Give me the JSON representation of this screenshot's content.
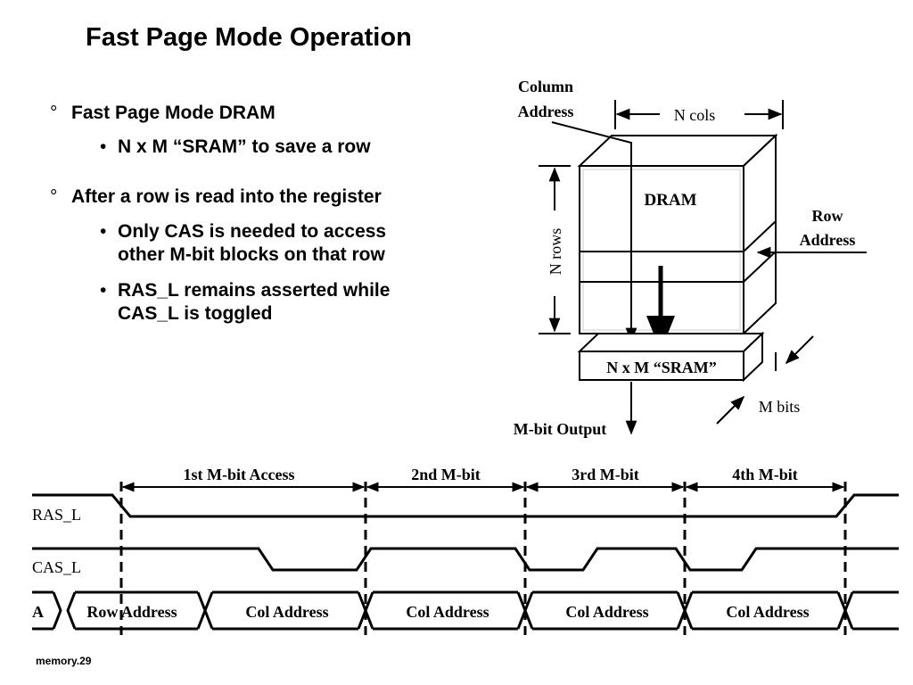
{
  "slide": {
    "title": "Fast Page Mode Operation",
    "footer": "memory.29",
    "bullets": [
      {
        "marker": "°",
        "text": "Fast Page Mode DRAM"
      },
      {
        "marker": "•",
        "text": "N x M “SRAM” to save a row"
      },
      {
        "marker": "°",
        "text": "After a row is read into the register"
      },
      {
        "marker": "•",
        "lines": [
          "Only CAS is needed to access",
          "other M-bit blocks on that row"
        ]
      },
      {
        "marker": "•",
        "lines": [
          "RAS_L remains asserted while",
          "CAS_L is toggled"
        ]
      }
    ]
  },
  "diagram": {
    "column_address_lines": [
      "Column",
      "Address"
    ],
    "n_cols": "N cols",
    "dram": "DRAM",
    "row_address_lines": [
      "Row",
      "Address"
    ],
    "n_rows": "N rows",
    "sram": "N x M “SRAM”",
    "m_bits": "M bits",
    "output": "M-bit Output"
  },
  "timing": {
    "intervals": [
      "1st M-bit Access",
      "2nd M-bit",
      "3rd M-bit",
      "4th M-bit"
    ],
    "signals": [
      "RAS_L",
      "CAS_L",
      "A"
    ],
    "bus_values": [
      "Row Address",
      "Col Address",
      "Col Address",
      "Col Address",
      "Col Address"
    ]
  }
}
